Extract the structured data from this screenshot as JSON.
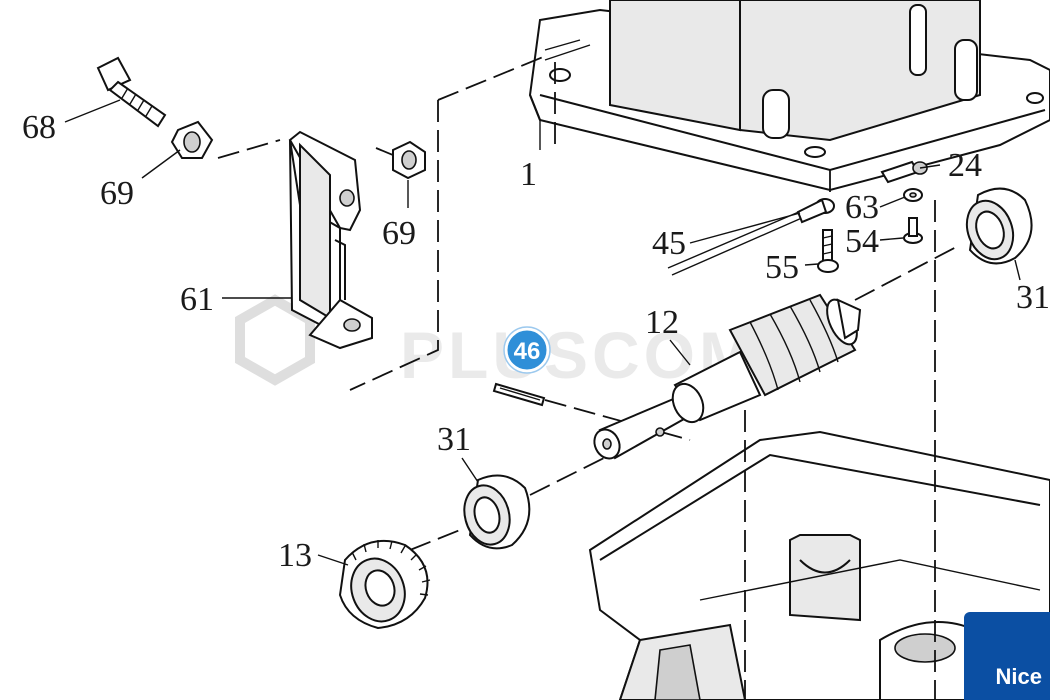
{
  "diagram": {
    "part_labels": {
      "p68": "68",
      "p69a": "69",
      "p69b": "69",
      "p61": "61",
      "p1": "1",
      "p24": "24",
      "p63": "63",
      "p45": "45",
      "p54": "54",
      "p55": "55",
      "p31a": "31",
      "p31b": "31",
      "p12": "12",
      "p13": "13"
    },
    "highlight_badge": {
      "number": "46",
      "color": "#2f8fd8"
    },
    "watermark": "PLUSCOM",
    "brand": "Nice",
    "colors": {
      "brand_blue": "#0b4fa3",
      "line": "#111111"
    }
  }
}
